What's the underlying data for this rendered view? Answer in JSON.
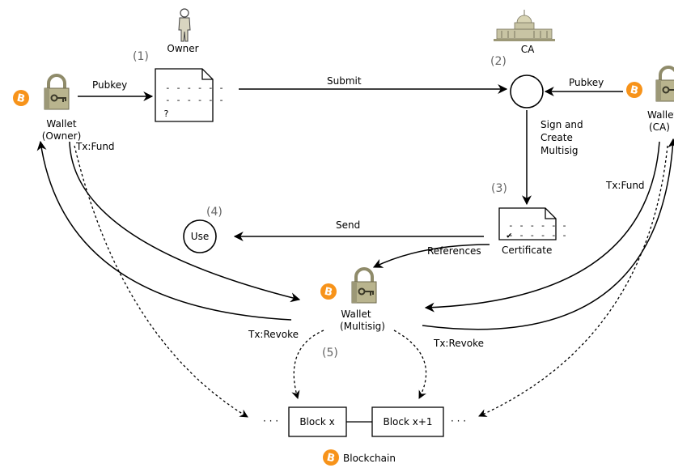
{
  "steps": {
    "s1": "(1)",
    "s2": "(2)",
    "s3": "(3)",
    "s4": "(4)",
    "s5": "(5)"
  },
  "labels": {
    "owner": "Owner",
    "ca": "CA",
    "pubkey_owner": "Pubkey",
    "pubkey_ca": "Pubkey",
    "submit": "Submit",
    "sign_line1": "Sign and",
    "sign_line2": "Create",
    "sign_line3": "Multisig",
    "send": "Send",
    "use": "Use",
    "certificate": "Certificate",
    "references": "References",
    "wallet_owner_1": "Wallet",
    "wallet_owner_2": "(Owner)",
    "wallet_ca_1": "Wallet",
    "wallet_ca_2": "(CA)",
    "wallet_multi_1": "Wallet",
    "wallet_multi_2": "(Multisig)",
    "txfund_left": "Tx:Fund",
    "txfund_right": "Tx:Fund",
    "txrevoke_left": "Tx:Revoke",
    "txrevoke_right": "Tx:Revoke",
    "block_x": "Block x",
    "block_x1": "Block x+1",
    "dots_left": "· · ·",
    "dots_right": "· · ·",
    "blockchain": "Blockchain"
  },
  "request_doc": {
    "line1": "- - - - - -",
    "line2": "- - - - - -",
    "mark": "?"
  },
  "certificate_doc": {
    "line1": "- - - - - -",
    "line2": "- - - - - -",
    "mark": "✔"
  },
  "colors": {
    "bitcoin": "#f7931a",
    "lock": "#b9b48e",
    "building": "#c8c4a4"
  },
  "icons": {
    "bitcoin": "bitcoin-icon",
    "wallet": "lock-key-icon",
    "owner": "person-icon",
    "ca": "building-icon"
  }
}
